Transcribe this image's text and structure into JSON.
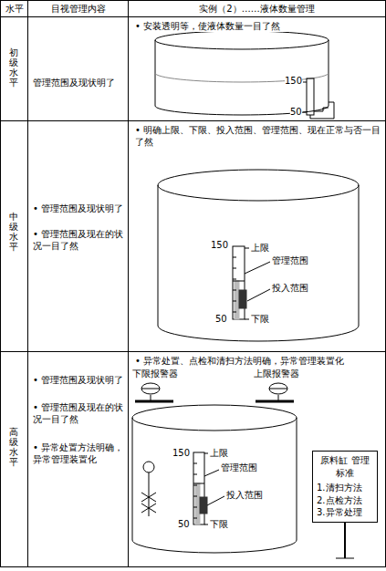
{
  "diagram": {
    "nodes": [
      {
        "text": [
          "原料缸 管理标准",
          "1.清扫方法",
          "2.点检方法",
          "3.异常处理"
        ]
      }
    ],
    "labels": [
      "水平",
      "目视管理内容",
      "实例（2）……液体数量管理",
      "初级水平",
      "管理范围及现状明了",
      "• 安装透明等，使液体数量一目了然",
      "150",
      "50",
      "中级水平",
      "• 管理范围及现状明了",
      "• 管理范围及现在的状况一目了然",
      "• 明确上限、下限、投入范围、管理范围、现在正常与否一目了然",
      "150",
      "上限",
      "管理范围",
      "投入范围",
      "50",
      "下限",
      "高级水平",
      "• 管理范围及现状明了",
      "• 管理范围及现在的状况一目了然",
      "• 异常处置方法明确，异常管理装置化",
      "• 异常处置、点检和清扫方法明确，异常管理装置化",
      "下限报警器",
      "上限报警器",
      "150",
      "上限",
      "管理范围",
      "投入范围",
      "50",
      "下限"
    ]
  }
}
